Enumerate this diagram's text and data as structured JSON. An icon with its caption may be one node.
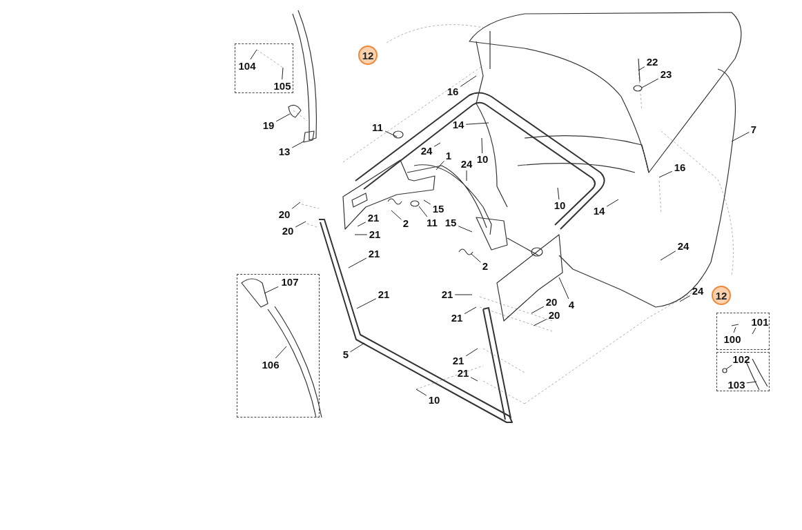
{
  "diagram": {
    "nodes": [
      {
        "text": [],
        "shape": "box"
      },
      {
        "text": [
          "104"
        ],
        "in": 0
      },
      {
        "text": [
          "105"
        ],
        "in": 0
      },
      {
        "text": [
          "19"
        ]
      },
      {
        "text": [
          "13"
        ]
      },
      {
        "text": [
          "16"
        ]
      },
      {
        "text": [
          "22"
        ]
      },
      {
        "text": [
          "23"
        ]
      },
      {
        "text": [
          "7"
        ]
      },
      {
        "text": [
          "11"
        ]
      },
      {
        "text": [
          "14"
        ]
      },
      {
        "text": [
          "24"
        ]
      },
      {
        "text": [
          "1"
        ]
      },
      {
        "text": [
          "10"
        ]
      },
      {
        "text": [
          "24"
        ]
      },
      {
        "text": [
          "16"
        ]
      },
      {
        "text": [
          "10"
        ]
      },
      {
        "text": [
          "14"
        ]
      },
      {
        "text": [
          "20"
        ]
      },
      {
        "text": [
          "20"
        ]
      },
      {
        "text": [
          "21"
        ]
      },
      {
        "text": [
          "21"
        ]
      },
      {
        "text": [
          "2"
        ]
      },
      {
        "text": [
          "11"
        ]
      },
      {
        "text": [
          "15"
        ]
      },
      {
        "text": [
          "15"
        ]
      },
      {
        "text": [
          "2"
        ]
      },
      {
        "text": [
          "21"
        ]
      },
      {
        "text": [
          "21"
        ]
      },
      {
        "text": [
          "24"
        ]
      },
      {
        "text": [
          "24"
        ]
      },
      {
        "text": [
          "4"
        ]
      },
      {
        "text": [
          "21"
        ]
      },
      {
        "text": [
          "20"
        ]
      },
      {
        "text": [
          "21"
        ]
      },
      {
        "text": [
          "20"
        ]
      },
      {
        "text": [],
        "shape": "box"
      },
      {
        "text": [
          "107"
        ],
        "in": 36
      },
      {
        "text": [
          "106"
        ],
        "in": 36
      },
      {
        "text": [
          "5"
        ]
      },
      {
        "text": [
          "21"
        ]
      },
      {
        "text": [
          "21"
        ]
      },
      {
        "text": [
          "10"
        ]
      },
      {
        "text": [],
        "shape": "box"
      },
      {
        "text": [
          "101"
        ],
        "in": 43
      },
      {
        "text": [
          "100"
        ],
        "in": 43
      },
      {
        "text": [],
        "shape": "box"
      },
      {
        "text": [
          "102"
        ],
        "in": 46
      },
      {
        "text": [
          "103"
        ],
        "in": 46
      }
    ],
    "edges": [
      {
        "from": 1,
        "to": null,
        "arrow": "none"
      },
      {
        "from": 2,
        "to": null,
        "arrow": "none"
      },
      {
        "from": 3,
        "to": null,
        "arrow": "none"
      },
      {
        "from": 4,
        "to": null,
        "arrow": "none"
      },
      {
        "from": 5,
        "to": null,
        "arrow": "none"
      },
      {
        "from": 6,
        "to": null,
        "arrow": "none"
      },
      {
        "from": 7,
        "to": null,
        "arrow": "none"
      },
      {
        "from": 8,
        "to": null,
        "arrow": "none"
      },
      {
        "from": 9,
        "to": null,
        "arrow": "none"
      },
      {
        "from": 10,
        "to": null,
        "arrow": "none"
      },
      {
        "from": 11,
        "to": null,
        "arrow": "none"
      },
      {
        "from": 12,
        "to": null,
        "arrow": "none"
      },
      {
        "from": 13,
        "to": null,
        "arrow": "none"
      },
      {
        "from": 14,
        "to": null,
        "arrow": "none"
      },
      {
        "from": 15,
        "to": null,
        "arrow": "none"
      },
      {
        "from": 16,
        "to": null,
        "arrow": "none"
      },
      {
        "from": 17,
        "to": null,
        "arrow": "none"
      },
      {
        "from": 18,
        "to": null,
        "arrow": "none"
      },
      {
        "from": 19,
        "to": null,
        "arrow": "none"
      },
      {
        "from": 20,
        "to": null,
        "arrow": "none"
      },
      {
        "from": 21,
        "to": null,
        "arrow": "none"
      },
      {
        "from": 22,
        "to": null,
        "arrow": "none"
      },
      {
        "from": 23,
        "to": null,
        "arrow": "none"
      },
      {
        "from": 24,
        "to": null,
        "arrow": "none"
      },
      {
        "from": 25,
        "to": null,
        "arrow": "none"
      },
      {
        "from": 26,
        "to": null,
        "arrow": "none"
      },
      {
        "from": 27,
        "to": null,
        "arrow": "none"
      },
      {
        "from": 28,
        "to": null,
        "arrow": "none"
      },
      {
        "from": 29,
        "to": null,
        "arrow": "none"
      },
      {
        "from": 30,
        "to": null,
        "arrow": "none"
      },
      {
        "from": 31,
        "to": null,
        "arrow": "none"
      },
      {
        "from": 32,
        "to": null,
        "arrow": "none"
      },
      {
        "from": 33,
        "to": null,
        "arrow": "none"
      },
      {
        "from": 34,
        "to": null,
        "arrow": "none"
      },
      {
        "from": 35,
        "to": null,
        "arrow": "none"
      },
      {
        "from": 37,
        "to": null,
        "arrow": "none"
      },
      {
        "from": 38,
        "to": null,
        "arrow": "none"
      },
      {
        "from": 39,
        "to": null,
        "arrow": "none"
      },
      {
        "from": 40,
        "to": null,
        "arrow": "none"
      },
      {
        "from": 41,
        "to": null,
        "arrow": "none"
      },
      {
        "from": 42,
        "to": null,
        "arrow": "none"
      },
      {
        "from": 44,
        "to": null,
        "arrow": "none"
      },
      {
        "from": 45,
        "to": null,
        "arrow": "none"
      },
      {
        "from": 47,
        "to": null,
        "arrow": "none"
      },
      {
        "from": 48,
        "to": null,
        "arrow": "none"
      }
    ],
    "labels": [
      "12",
      "12"
    ]
  }
}
